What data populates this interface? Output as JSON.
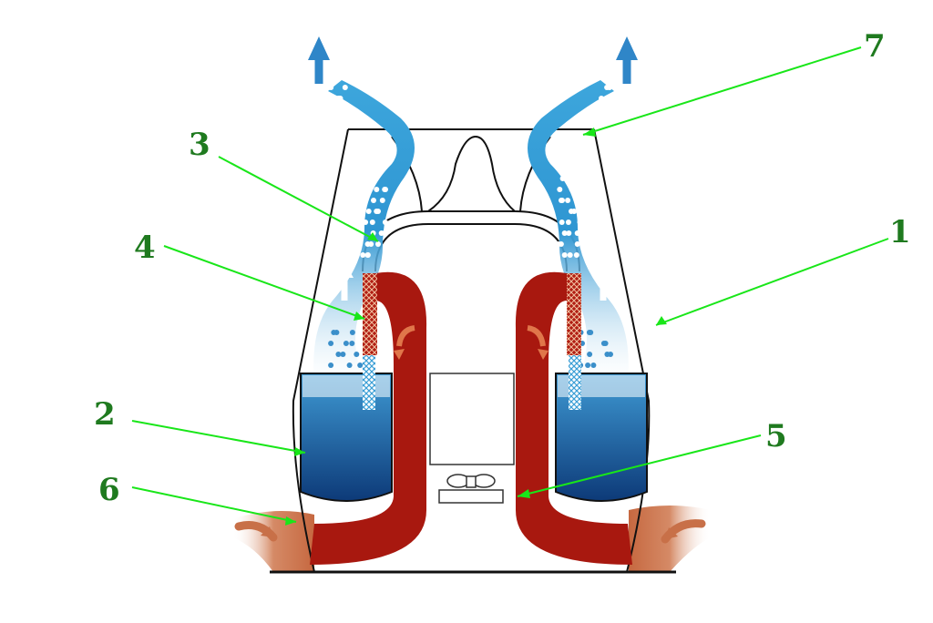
{
  "colors": {
    "water": "#2a86c6",
    "water_dark": "#0e3f7a",
    "steam": "#3aa2d8",
    "heater": "#a5170f",
    "warm_air": "#c9704a",
    "leader": "#19e619",
    "label_text": "#1f7a1f",
    "outline": "#111111"
  },
  "labels": [
    {
      "id": "1",
      "text": "1"
    },
    {
      "id": "2",
      "text": "2"
    },
    {
      "id": "3",
      "text": "3"
    },
    {
      "id": "4",
      "text": "4"
    },
    {
      "id": "5",
      "text": "5"
    },
    {
      "id": "6",
      "text": "6"
    },
    {
      "id": "7",
      "text": "7"
    }
  ]
}
